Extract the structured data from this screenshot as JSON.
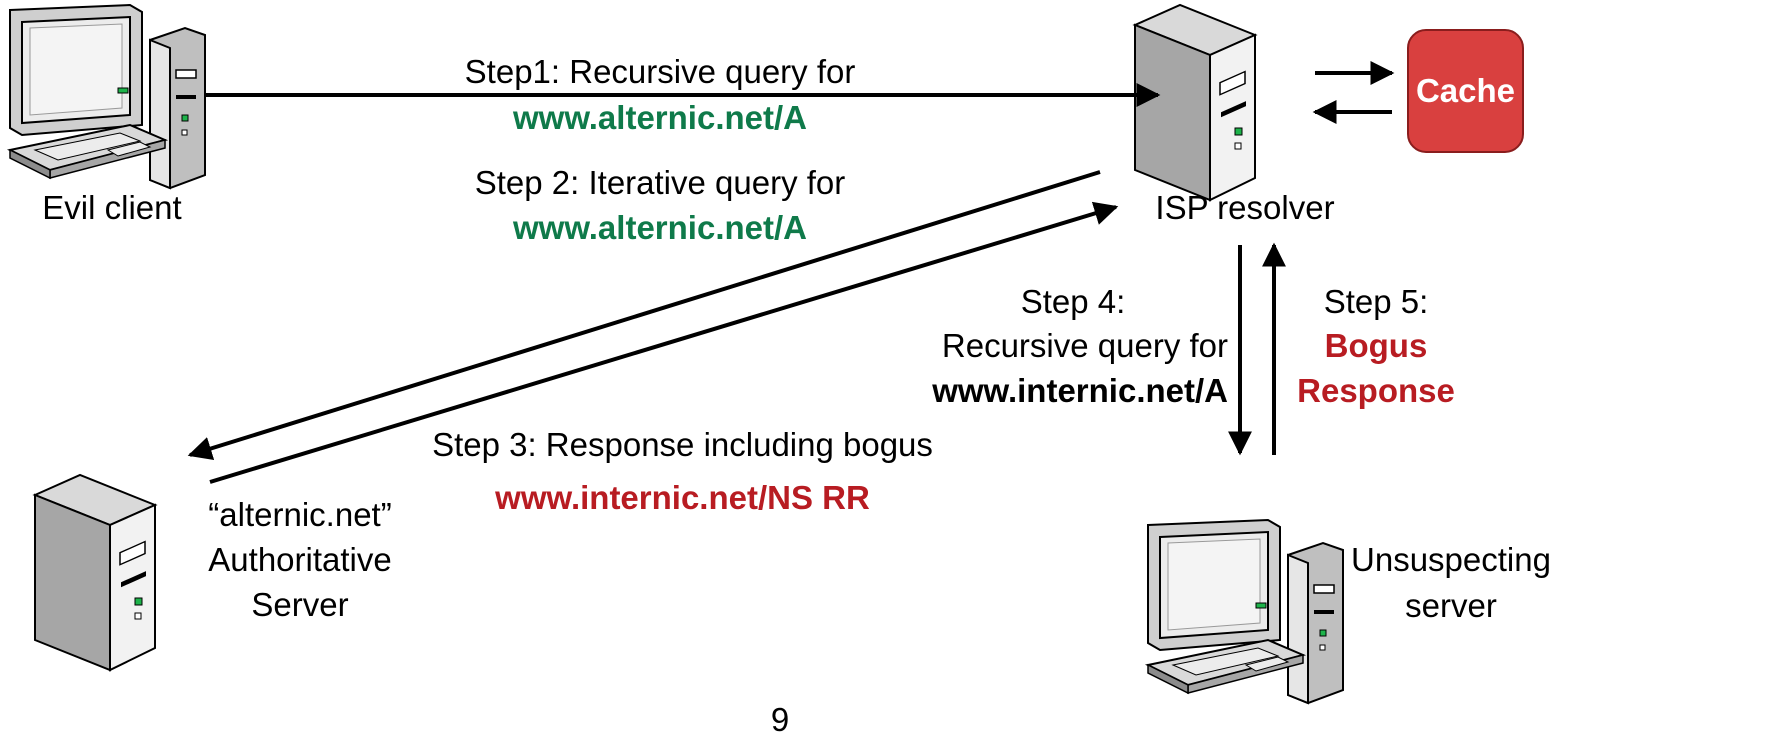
{
  "nodes": {
    "evil_client": "Evil client",
    "isp_resolver": "ISP resolver",
    "cache": "Cache",
    "auth_server": [
      "“alternic.net”",
      "Authoritative",
      "Server"
    ],
    "unsuspecting_server": [
      "Unsuspecting",
      "server"
    ]
  },
  "steps": {
    "step1": {
      "text": "Step1: Recursive query for",
      "query": "www.alternic.net/A"
    },
    "step2": {
      "text": "Step 2: Iterative query for",
      "query": "www.alternic.net/A"
    },
    "step3": {
      "text": "Step 3: Response including bogus",
      "query": "www.internic.net/NS RR"
    },
    "step4": {
      "lines": [
        "Step 4:",
        "Recursive query for"
      ],
      "query": "www.internic.net/A"
    },
    "step5": {
      "label": "Step 5:",
      "lines": [
        "Bogus",
        "Response"
      ]
    }
  },
  "page_number": "9",
  "colors": {
    "green_text": "#0f7a4a",
    "red_text": "#b81c22",
    "cache_fill": "#d9403f",
    "cache_border": "#8a1d1d",
    "arrow": "#000000",
    "computer_gray": "#d9d9d9"
  }
}
